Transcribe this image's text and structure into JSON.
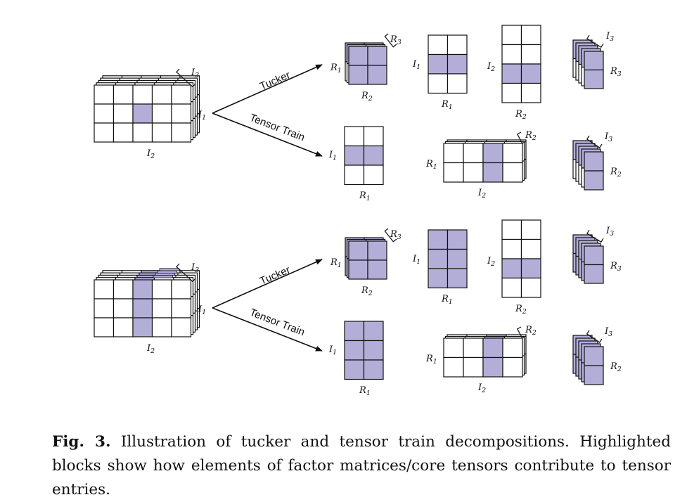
{
  "figure": {
    "labels": {
      "I": "I",
      "R": "R",
      "one": "1",
      "two": "2",
      "three": "3",
      "tucker": "Tucker",
      "tensor_train": "Tensor Train"
    },
    "colors": {
      "highlight": "#b3aed8",
      "stroke": "#111111",
      "background": "#ffffff"
    }
  },
  "caption": {
    "label": "Fig. 3.",
    "text": "Illustration of tucker and tensor train decompositions. Highlighted blocks show how elements of factor matrices/core tensors contribute to tensor entries."
  }
}
